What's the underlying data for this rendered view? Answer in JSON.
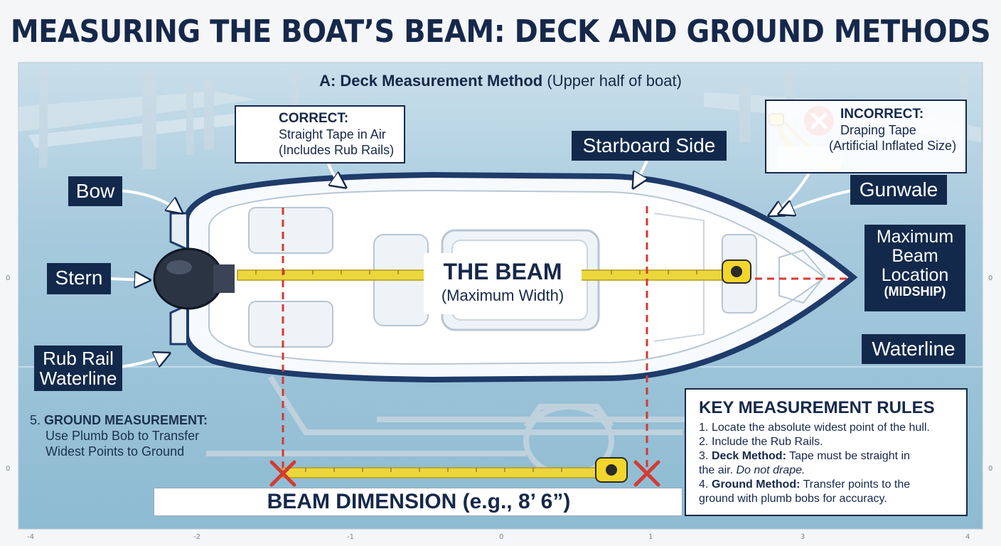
{
  "title": "MEASURING THE BOAT’S BEAM: DECK AND GROUND METHODS",
  "section_heading": {
    "prefix": "A: Deck Measurement Method",
    "suffix": " (Upper half of boat)"
  },
  "labels": {
    "bow": "Bow",
    "stern": "Stern",
    "rub_rail_line1": "Rub Rail",
    "rub_rail_line2": "Waterline",
    "starboard": "Starboard Side",
    "gunwale": "Gunwale",
    "max_beam": [
      "Maximum",
      "Beam",
      "Location",
      "(MIDSHIP)"
    ],
    "waterline": "Waterline"
  },
  "correct_callout": {
    "head": "CORRECT:",
    "line1": "Straight Tape in Air",
    "line2": "(Includes Rub Rails)"
  },
  "incorrect_callout": {
    "head": "INCORRECT:",
    "line1": "Draping Tape",
    "line2": "(Artificial Inflated Size)"
  },
  "beam_label": {
    "main": "THE BEAM",
    "sub": "(Maximum Width)"
  },
  "ground_measurement": {
    "prefix": "5. ",
    "head": "GROUND MEASUREMENT:",
    "line1": "Use Plumb Bob to Transfer",
    "line2": "Widest Points to Ground"
  },
  "beam_dimension": "BEAM DIMENSION (e.g., 8’ 6”)",
  "rules": {
    "heading": "KEY MEASUREMENT RULES",
    "r1": "Locate the absolute widest point of the hull.",
    "r2": "Include the Rub Rails.",
    "r3_bold": "Deck Method:",
    "r3_text": " Tape must be straight in",
    "r3_cont": "the air. ",
    "r3_italic": "Do not drape.",
    "r4_bold": "Ground Method:",
    "r4_text": " Transfer points to the",
    "r4_cont": "ground with plumb bobs for accuracy."
  },
  "axis_ticks": {
    "x": [
      "-4",
      "-2",
      "-1",
      "0",
      "1",
      "3",
      "4"
    ],
    "y_left_upper": "0",
    "y_left_lower": "0",
    "y_right_upper": "0",
    "y_right_lower": "0"
  },
  "colors": {
    "navy": "#13294b",
    "water": "#9fc7dc",
    "tape_yellow": "#e9d23a",
    "red_marker": "#d43a32",
    "green_check": "#3aa04a"
  }
}
